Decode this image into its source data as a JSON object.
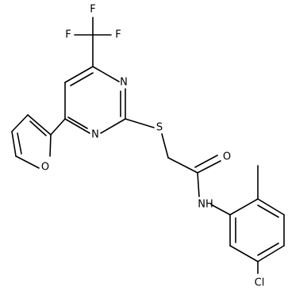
{
  "molecule": {
    "atoms": {
      "f1": "F",
      "f2": "F",
      "f3": "F",
      "n_upper": "N",
      "n_lower": "N",
      "s": "S",
      "o_furan": "O",
      "o_carbonyl": "O",
      "nh": "NH",
      "cl": "Cl"
    }
  }
}
